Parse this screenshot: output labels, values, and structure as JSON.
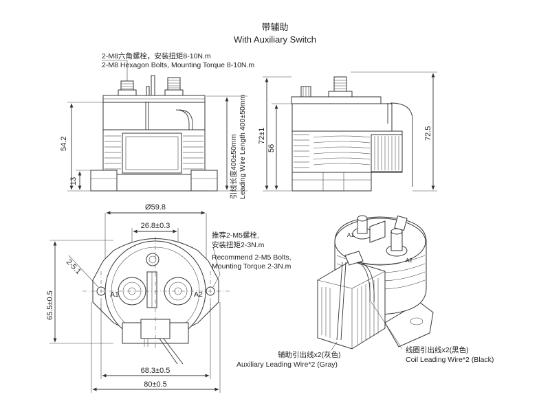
{
  "title": {
    "cn": "带辅助",
    "en": "With Auxiliary Switch"
  },
  "front_view": {
    "bolt_note_cn": "2-M8六角螺栓，安装扭矩8-10N.m",
    "bolt_note_en": "2-M8 Hexagon Bolts, Mounting Torque 8-10N.m",
    "dim_height": "54.2",
    "dim_base": "13",
    "wire_note_cn": "引线长度400±50mm",
    "wire_note_en": "Leading Wire Length 400±50mm"
  },
  "side_view": {
    "dim_72": "72±1",
    "dim_56": "56",
    "dim_725": "72.5"
  },
  "top_view": {
    "dim_diameter": "Ø59.8",
    "dim_terminal_spacing": "26.8±0.3",
    "dim_hole": "2-5.1",
    "dim_height": "65.5±0.5",
    "dim_mount_spacing": "68.3±0.5",
    "dim_width": "80±0.5",
    "label_a1": "A1",
    "label_a2": "A2",
    "screw_note_cn1": "推荐2-M5螺栓,",
    "screw_note_cn2": "安装扭矩2-3N.m",
    "screw_note_en1": "Recommend 2-M5 Bolts,",
    "screw_note_en2": "Mounting Torque 2-3N.m"
  },
  "iso_view": {
    "label_a1": "A1",
    "label_a2": "A2",
    "aux_wire_cn": "辅助引出线x2(灰色)",
    "aux_wire_en": "Auxiliary Leading Wire*2 (Gray)",
    "coil_wire_cn": "线圈引出线x2(黑色)",
    "coil_wire_en": "Coil Leading Wire*2 (Black)"
  }
}
